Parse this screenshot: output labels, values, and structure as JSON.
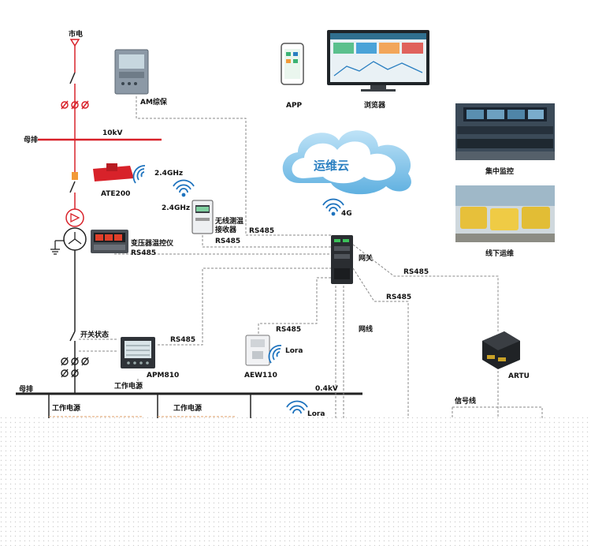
{
  "labels": {
    "city_power": "市电",
    "busbar_top": "母排",
    "voltage_10kv": "10kV",
    "am_protection": "AM综保",
    "app": "APP",
    "browser": "浏览器",
    "cloud": "运维云",
    "centralized_monitoring": "集中监控",
    "offline_maintenance": "线下运维",
    "freq_24_a": "2.4GHz",
    "ate200": "ATE200",
    "freq_24_b": "2.4GHz",
    "wireless_receiver_1": "无线测温",
    "wireless_receiver_2": "接收器",
    "rs485_receiver": "RS485",
    "rs485_am": "RS485",
    "signal_4g": "4G",
    "transformer_controller": "变压器温控仪",
    "rs485_transformer": "RS485",
    "gateway": "网关",
    "rs485_artu": "RS485",
    "rs485_mid": "RS485",
    "network_cable": "网线",
    "switch_status": "开关状态",
    "rs485_apm": "RS485",
    "rs485_aew": "RS485",
    "lora_a": "Lora",
    "aew110": "AEW110",
    "apm810": "APM810",
    "artu": "ARTU",
    "working_power_a": "工作电源",
    "busbar_bottom": "母排",
    "voltage_04kv": "0.4kV",
    "signal_line": "信号线",
    "working_power_b": "工作电源",
    "working_power_c": "工作电源",
    "lora_b": "Lora"
  },
  "colors": {
    "red": "#d8222a",
    "cloud_blue": "#2a7fc1",
    "wifi_blue": "#1e73be",
    "dash_gray": "#8a8a8a",
    "dash_orange": "#e0a26a"
  }
}
